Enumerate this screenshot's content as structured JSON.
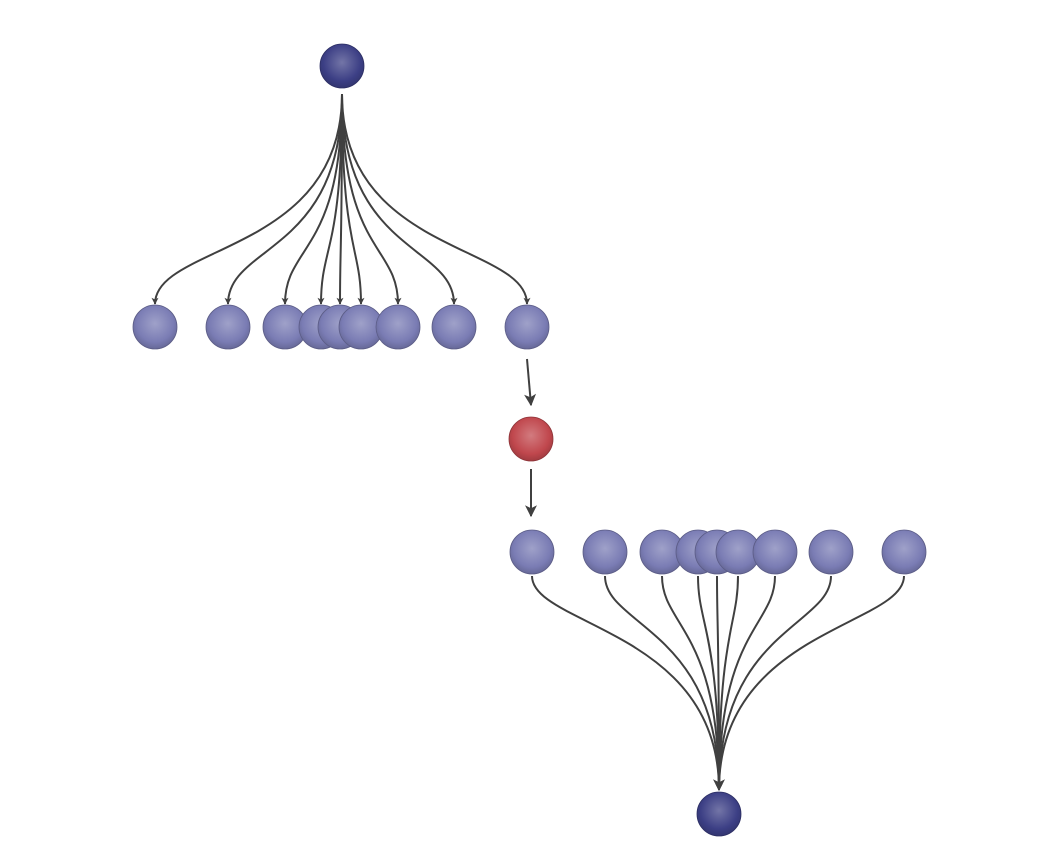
{
  "diagram": {
    "type": "fan-out-fan-in-flow",
    "colors": {
      "root": "#3c3f85",
      "fanout": "#7a7cb4",
      "hub": "#c0474d",
      "fanin": "#7a7cb4",
      "sink": "#3c3f85",
      "edge": "#404040",
      "background": "#ffffff"
    },
    "groups": {
      "root": {
        "count": 1
      },
      "fanout": {
        "count": 9
      },
      "hub": {
        "count": 1
      },
      "fanin": {
        "count": 9
      },
      "sink": {
        "count": 1
      }
    },
    "edges": [
      {
        "from": "root",
        "to": "fanout",
        "kind": "fan-out"
      },
      {
        "from": "fanout",
        "to": "hub",
        "kind": "chain"
      },
      {
        "from": "hub",
        "to": "fanin",
        "kind": "chain"
      },
      {
        "from": "fanin",
        "to": "sink",
        "kind": "fan-in"
      }
    ]
  }
}
